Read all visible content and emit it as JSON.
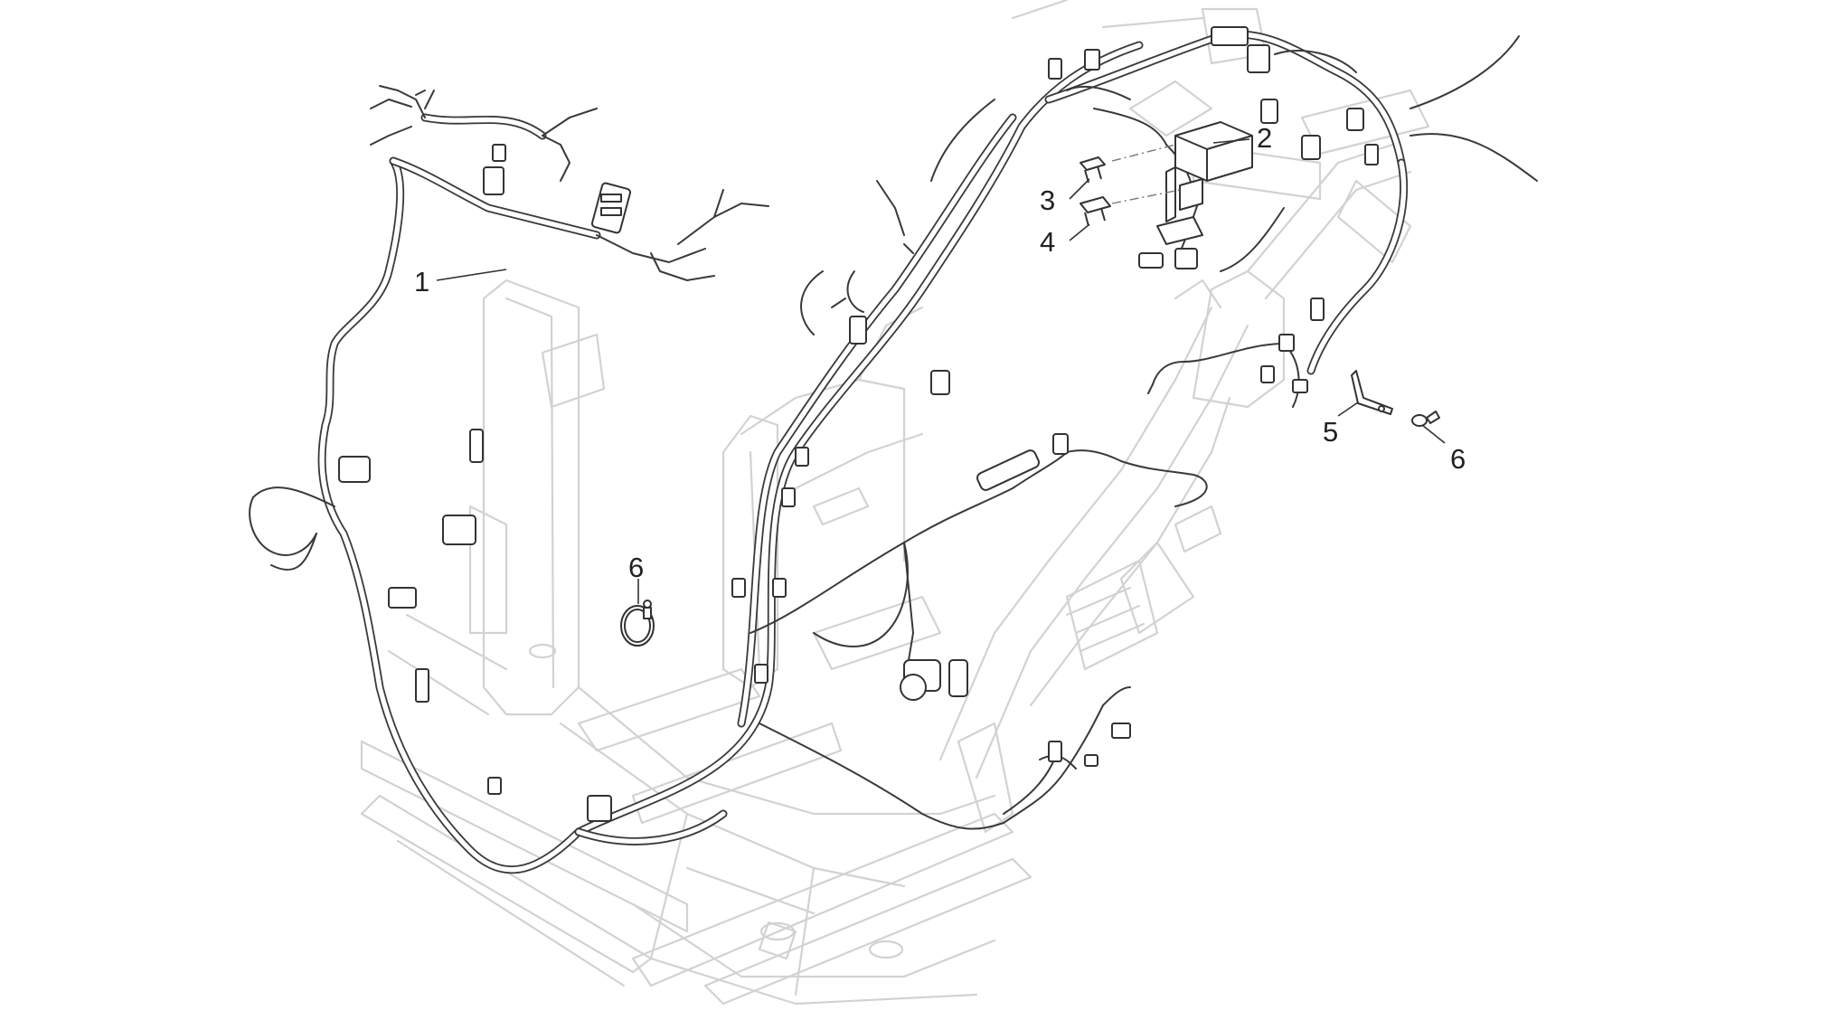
{
  "callouts": {
    "c1": "1",
    "c2": "2",
    "c3": "3",
    "c4": "4",
    "c5": "5",
    "c6a": "6",
    "c6b": "6"
  },
  "colors": {
    "frame": "#d2d2d2",
    "harness": "#3a3a3a",
    "background": "#ffffff"
  }
}
